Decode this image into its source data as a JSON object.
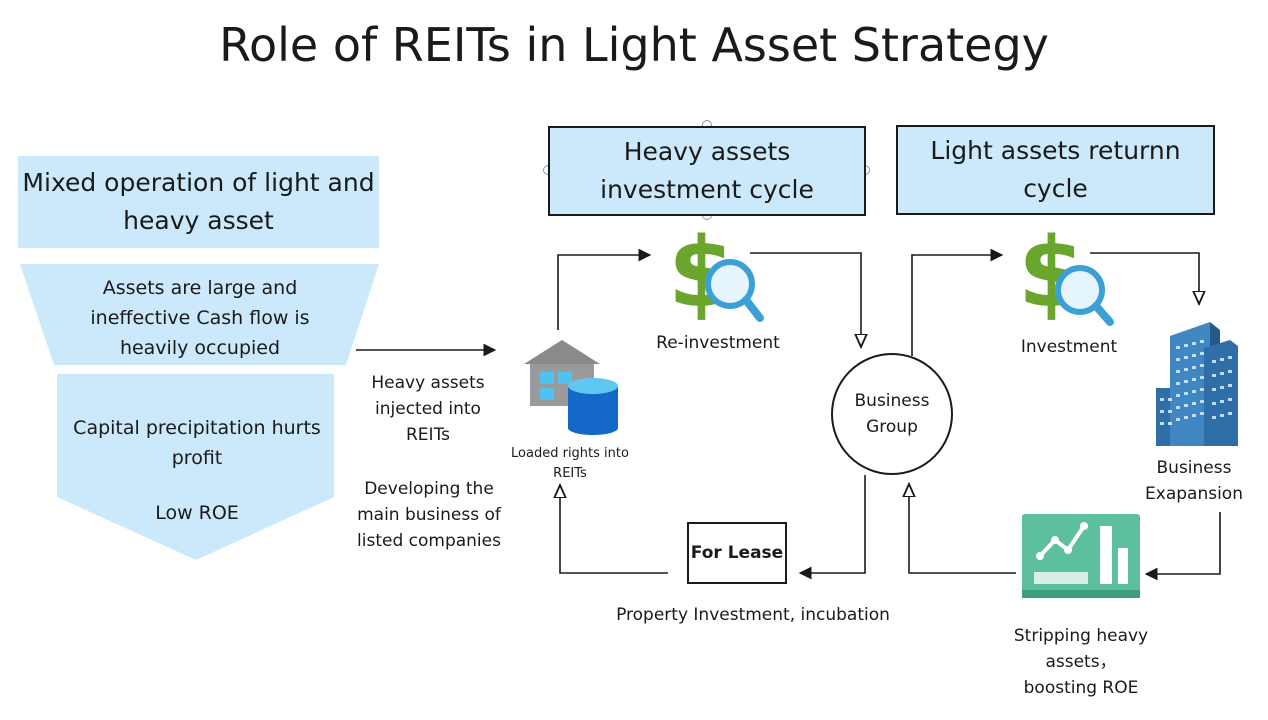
{
  "title": "Role of REITs in Light Asset Strategy",
  "left_panel": {
    "heading": "Mixed operation of light and heavy asset",
    "problem": "Assets are large and ineffective Cash flow is heavily occupied",
    "effect": "Capital precipitation hurts profit",
    "roe": "Low ROE"
  },
  "heavy_cycle": {
    "title": "Heavy assets investment cycle"
  },
  "light_cycle": {
    "title": "Light assets returnn cycle"
  },
  "labels": {
    "heavy_injected": "Heavy assets injected into REITs",
    "developing": "Developing the main business of listed companies",
    "loaded_rights": "Loaded rights into REITs",
    "reinvestment": "Re-investment",
    "business_group": "Business Group",
    "investment": "Investment",
    "business_expansion": "Business Exapansion",
    "for_lease": "For Lease",
    "property_investment": "Property Investment, incubation",
    "stripping": "Stripping heavy assets， boosting ROE"
  },
  "colors": {
    "box_fill": "#cce9fb",
    "dollar_green": "#6aa62d",
    "magnifier_blue": "#3aa0d6",
    "building_blue": "#2f6ea6",
    "database_blue": "#1468c8",
    "report_teal": "#5bbfa0"
  },
  "icons": [
    "dollar-search-icon",
    "warehouse-database-icon",
    "office-building-icon",
    "analytics-report-icon"
  ]
}
